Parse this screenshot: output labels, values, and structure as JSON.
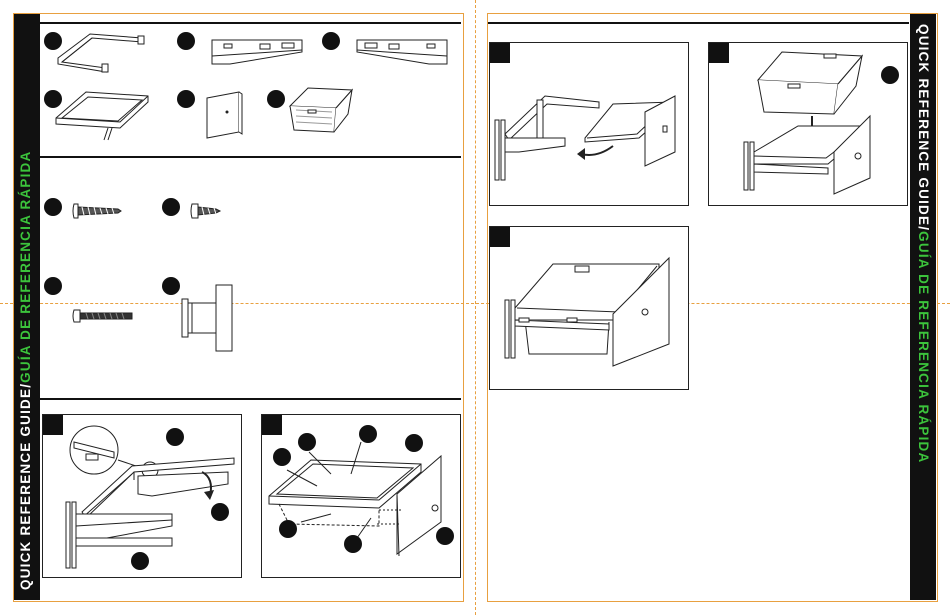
{
  "sidebar_left": {
    "title_en": "QUICK REFERENCE GUIDE/",
    "title_es": "GUÍA DE REFERENCIA RÁPIDA"
  },
  "sidebar_right": {
    "title_en": "QUICK REFERENCE GUIDE/",
    "title_es": "GUÍA DE REFERENCIA RÁPIDA"
  },
  "colors": {
    "sidebar_bg": "#111111",
    "sidebar_text": "#ffffff",
    "accent_green": "#3cc43c",
    "guide_orange": "#e8a040"
  },
  "parts": [
    "frame",
    "left-bracket",
    "right-bracket",
    "tray",
    "drawer-front",
    "basket"
  ],
  "hardware": [
    "long-screw",
    "short-screw",
    "bolt",
    "spacer"
  ],
  "steps": [
    "frame-to-brackets",
    "tray-and-front",
    "insert-tray",
    "drop-basket",
    "completed-drawer"
  ]
}
